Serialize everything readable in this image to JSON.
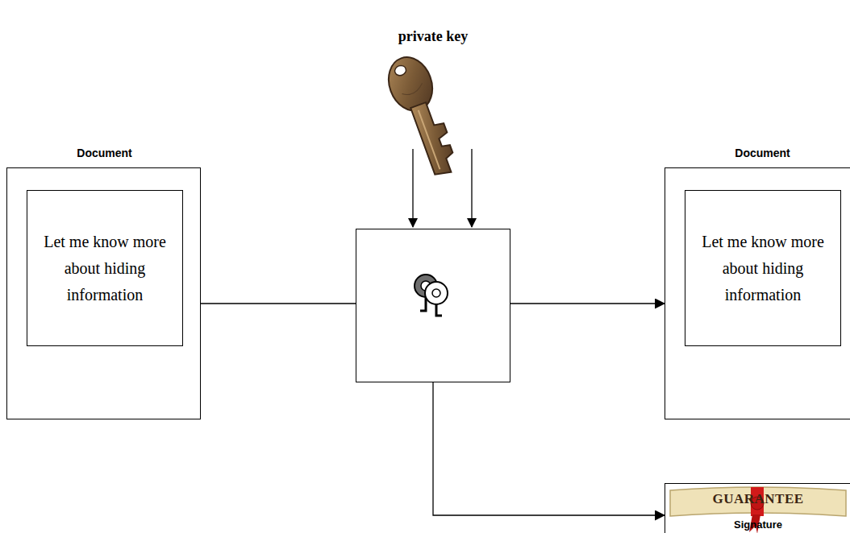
{
  "diagram": {
    "nodes": [
      {
        "text": [
          "Document"
        ]
      },
      {
        "text": [
          "Let me know more about hiding information"
        ],
        "in": 0
      },
      {
        "text": [
          "private key"
        ]
      },
      {
        "text": [
          "Document"
        ]
      },
      {
        "text": [
          "Let me know more about hiding information"
        ],
        "in": 3
      },
      {
        "text": [
          "GUARANTEE",
          "Signature"
        ]
      }
    ],
    "edges": [
      {
        "from": 0,
        "to": 2,
        "arrow": "none"
      },
      {
        "from": 2,
        "to": 3,
        "arrow": "to"
      },
      {
        "from": 2,
        "to": 5,
        "arrow": "to"
      }
    ]
  }
}
